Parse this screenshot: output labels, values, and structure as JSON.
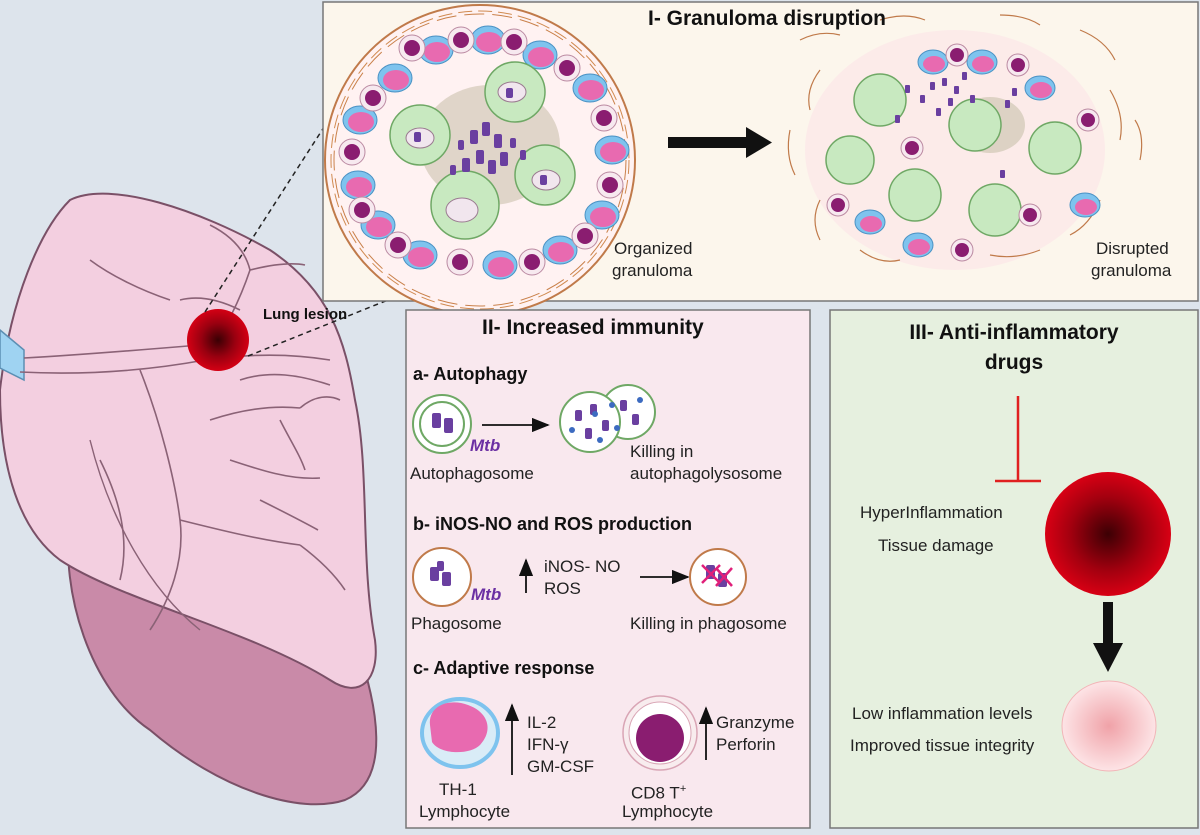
{
  "lung": {
    "lesion_label": "Lung lesion"
  },
  "panel1": {
    "title": "I- Granuloma disruption",
    "organized_label": [
      "Organized",
      "granuloma"
    ],
    "disrupted_label": [
      "Disrupted",
      "granuloma"
    ]
  },
  "panel2": {
    "title": "II- Increased immunity",
    "a": {
      "title": "a- Autophagy",
      "mtb": "Mtb",
      "left_label": "Autophagosome",
      "right_label": [
        "Killing in",
        "autophagolysosome"
      ]
    },
    "b": {
      "title": "b- iNOS-NO and ROS production",
      "mtb": "Mtb",
      "up_labels": [
        "iNOS- NO",
        "ROS"
      ],
      "left_label": "Phagosome",
      "right_label": "Killing in phagosome"
    },
    "c": {
      "title": "c- Adaptive response",
      "th1_cytokines": [
        "IL-2",
        "IFN-γ",
        "GM-CSF"
      ],
      "th1_label": [
        "TH-1",
        "Lymphocyte"
      ],
      "cd8_products": [
        "Granzyme",
        "Perforin"
      ],
      "cd8_label_main": "CD8 T",
      "cd8_label_sup": "+",
      "cd8_label_2": "Lymphocyte"
    }
  },
  "panel3": {
    "title": [
      "III- Anti-inflammatory",
      "drugs"
    ],
    "hyper_labels": [
      "HyperInflammation",
      "Tissue damage"
    ],
    "low_labels": [
      "Low inflammation levels",
      "Improved tissue integrity"
    ]
  },
  "colors": {
    "background": "#dde4ec",
    "panel1_bg": "#fcf6ec",
    "panel2_bg": "#f9e8ee",
    "panel3_bg": "#e6f0df",
    "lesion_red": "#b3000d",
    "inhibit_red": "#e02020",
    "lung_pink": "#f3cfe0",
    "macrophage_green": "#c8e9c0",
    "lymphocyte_pink": "#e86ab0",
    "lymphocyte_blue": "#7ec3ee",
    "mtb_purple": "#6a3fa0"
  }
}
